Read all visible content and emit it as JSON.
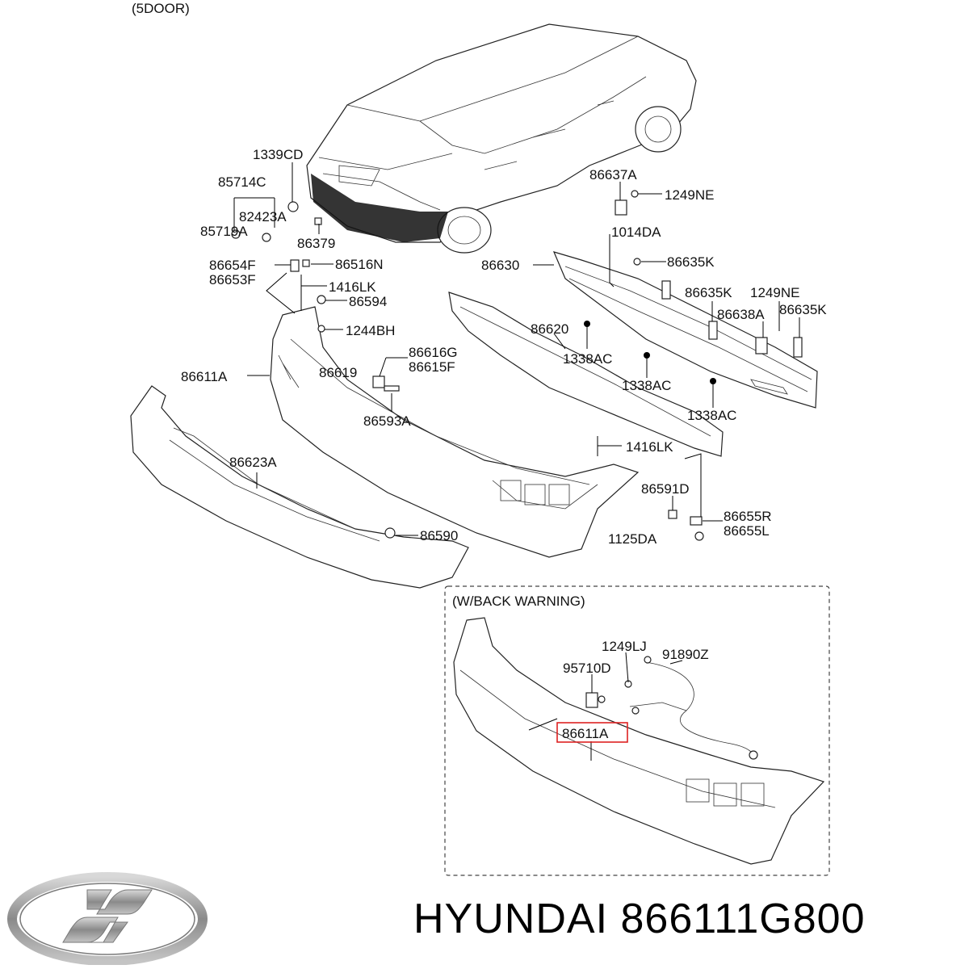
{
  "diagram": {
    "variant_label": "(5DOOR)",
    "inset_title": "(W/BACK WARNING)",
    "highlighted_part": "86611A",
    "part_labels": [
      {
        "id": "p1339CD",
        "text": "1339CD"
      },
      {
        "id": "p85714C",
        "text": "85714C"
      },
      {
        "id": "p82423A",
        "text": "82423A"
      },
      {
        "id": "p85719A",
        "text": "85719A"
      },
      {
        "id": "p86379",
        "text": "86379"
      },
      {
        "id": "p86654F",
        "text": "86654F"
      },
      {
        "id": "p86516N",
        "text": "86516N"
      },
      {
        "id": "p86653F",
        "text": "86653F"
      },
      {
        "id": "p1416LK_a",
        "text": "1416LK"
      },
      {
        "id": "p86594",
        "text": "86594"
      },
      {
        "id": "p1244BH",
        "text": "1244BH"
      },
      {
        "id": "p86616G",
        "text": "86616G"
      },
      {
        "id": "p86615F",
        "text": "86615F"
      },
      {
        "id": "p86619",
        "text": "86619"
      },
      {
        "id": "p86611A",
        "text": "86611A"
      },
      {
        "id": "p86593A",
        "text": "86593A"
      },
      {
        "id": "p86623A",
        "text": "86623A"
      },
      {
        "id": "p86590",
        "text": "86590"
      },
      {
        "id": "p86637A",
        "text": "86637A"
      },
      {
        "id": "p1249NE_a",
        "text": "1249NE"
      },
      {
        "id": "p1014DA",
        "text": "1014DA"
      },
      {
        "id": "p86630",
        "text": "86630"
      },
      {
        "id": "p86635K_a",
        "text": "86635K"
      },
      {
        "id": "p86635K_b",
        "text": "86635K"
      },
      {
        "id": "p1249NE_b",
        "text": "1249NE"
      },
      {
        "id": "p86638A",
        "text": "86638A"
      },
      {
        "id": "p86635K_c",
        "text": "86635K"
      },
      {
        "id": "p86620",
        "text": "86620"
      },
      {
        "id": "p1338AC_a",
        "text": "1338AC"
      },
      {
        "id": "p1338AC_b",
        "text": "1338AC"
      },
      {
        "id": "p1338AC_c",
        "text": "1338AC"
      },
      {
        "id": "p1416LK_b",
        "text": "1416LK"
      },
      {
        "id": "p86591D",
        "text": "86591D"
      },
      {
        "id": "p86655R",
        "text": "86655R"
      },
      {
        "id": "p86655L",
        "text": "86655L"
      },
      {
        "id": "p1125DA",
        "text": "1125DA"
      },
      {
        "id": "p1249LJ",
        "text": "1249LJ"
      },
      {
        "id": "p91890Z",
        "text": "91890Z"
      },
      {
        "id": "p95710D",
        "text": "95710D"
      },
      {
        "id": "p86611A_inset",
        "text": "86611A"
      }
    ]
  },
  "caption": {
    "brand": "HYUNDAI",
    "part_number": "866111G800"
  },
  "logo": {
    "icon": "hyundai-logo-icon",
    "color": "#9a9a9a"
  }
}
